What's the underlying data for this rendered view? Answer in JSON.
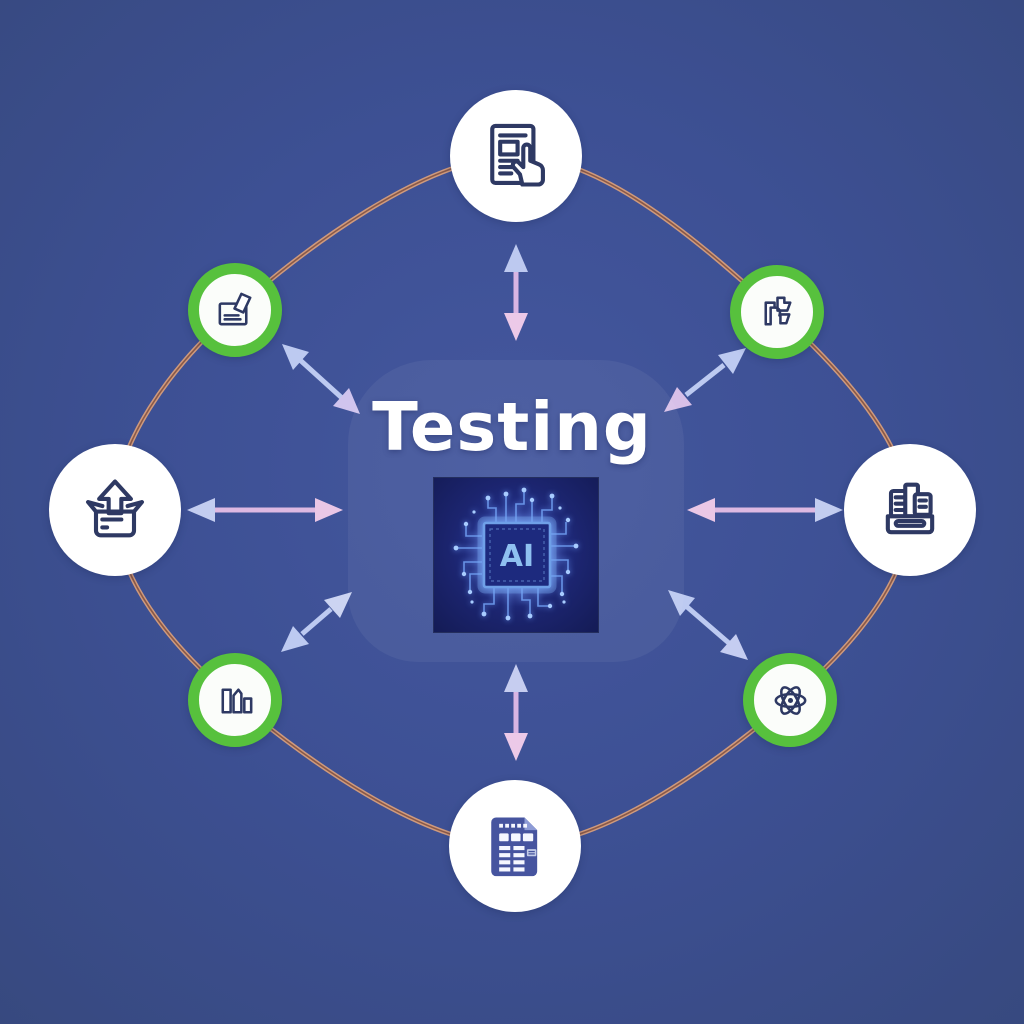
{
  "title": "Testing",
  "center": {
    "label": "AI",
    "description": "ai-chip-circuit-board-tile"
  },
  "colors": {
    "background": "#3d5094",
    "ring_orange": "#cf9a7d",
    "ring_core": "#8a5948",
    "node_green_ring": "#57c13d",
    "node_fill": "#ffffff",
    "icon_navy": "#2e3963",
    "arrow_periwinkle": "#bdcaf1",
    "arrow_pink": "#e5c2e5",
    "chip_bg": "#1c2570",
    "chip_trace": "#6f9df0",
    "chip_label_blue": "#8fc0f0",
    "title_white": "#ffffff"
  },
  "nodes": [
    {
      "id": "top",
      "icon": "form-touch-icon",
      "position": "top",
      "style": "white-circle"
    },
    {
      "id": "top-right",
      "icon": "interlocking-blocks-icon",
      "position": "top-right",
      "style": "green-ring-circle"
    },
    {
      "id": "right",
      "icon": "printer-documents-icon",
      "position": "right",
      "style": "white-circle"
    },
    {
      "id": "bottom-right",
      "icon": "atom-icon",
      "position": "bottom-right",
      "style": "green-ring-circle"
    },
    {
      "id": "bottom",
      "icon": "spreadsheet-document-icon",
      "position": "bottom",
      "style": "white-circle"
    },
    {
      "id": "bottom-left",
      "icon": "bar-chart-icon",
      "position": "bottom-left",
      "style": "green-ring-circle"
    },
    {
      "id": "left",
      "icon": "box-upload-icon",
      "position": "left",
      "style": "white-circle"
    },
    {
      "id": "top-left",
      "icon": "ballot-document-icon",
      "position": "top-left",
      "style": "green-ring-circle"
    }
  ],
  "connectors": {
    "ring": "orange-ellipse-through-all-nodes",
    "arrows": "eight-double-headed-arrows-between-center-and-nodes"
  }
}
